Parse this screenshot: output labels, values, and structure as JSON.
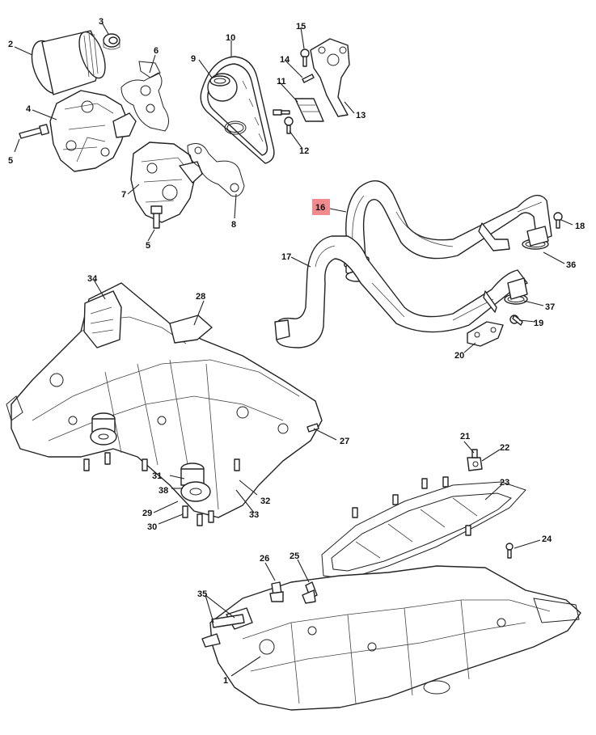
{
  "diagram": {
    "highlight_color": "#f08a8f",
    "highlighted_callout": "16",
    "callouts": [
      {
        "id": "c1",
        "label": "1"
      },
      {
        "id": "c2",
        "label": "2"
      },
      {
        "id": "c3",
        "label": "3"
      },
      {
        "id": "c4",
        "label": "4"
      },
      {
        "id": "c5a",
        "label": "5"
      },
      {
        "id": "c5b",
        "label": "5"
      },
      {
        "id": "c6",
        "label": "6"
      },
      {
        "id": "c7",
        "label": "7"
      },
      {
        "id": "c8",
        "label": "8"
      },
      {
        "id": "c9",
        "label": "9"
      },
      {
        "id": "c10",
        "label": "10"
      },
      {
        "id": "c11",
        "label": "11"
      },
      {
        "id": "c12",
        "label": "12"
      },
      {
        "id": "c13",
        "label": "13"
      },
      {
        "id": "c14",
        "label": "14"
      },
      {
        "id": "c15",
        "label": "15"
      },
      {
        "id": "c16",
        "label": "16"
      },
      {
        "id": "c17",
        "label": "17"
      },
      {
        "id": "c18",
        "label": "18"
      },
      {
        "id": "c19",
        "label": "19"
      },
      {
        "id": "c20",
        "label": "20"
      },
      {
        "id": "c21",
        "label": "21"
      },
      {
        "id": "c22",
        "label": "22"
      },
      {
        "id": "c23",
        "label": "23"
      },
      {
        "id": "c24",
        "label": "24"
      },
      {
        "id": "c25",
        "label": "25"
      },
      {
        "id": "c26",
        "label": "26"
      },
      {
        "id": "c27",
        "label": "27"
      },
      {
        "id": "c28",
        "label": "28"
      },
      {
        "id": "c29",
        "label": "29"
      },
      {
        "id": "c30",
        "label": "30"
      },
      {
        "id": "c31",
        "label": "31"
      },
      {
        "id": "c32",
        "label": "32"
      },
      {
        "id": "c33",
        "label": "33"
      },
      {
        "id": "c34",
        "label": "34"
      },
      {
        "id": "c35",
        "label": "35"
      },
      {
        "id": "c36",
        "label": "36"
      },
      {
        "id": "c37",
        "label": "37"
      },
      {
        "id": "c38",
        "label": "38"
      }
    ]
  }
}
